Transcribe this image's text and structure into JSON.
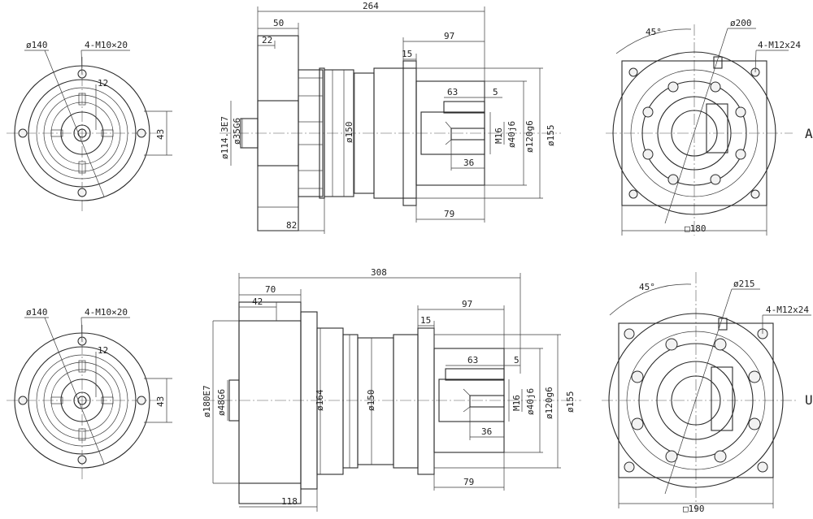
{
  "top": {
    "flange": {
      "pcd": "ø140",
      "bolt": "4-M10×20",
      "dim12": "12",
      "dim43": "43"
    },
    "side": {
      "overall": "264",
      "d50": "50",
      "d22": "22",
      "d97": "97",
      "d15": "15",
      "d63": "63",
      "d5": "5",
      "d36": "36",
      "d82": "82",
      "d79": "79",
      "dia_pilot": "ø114.3E7",
      "dia_shaft_in": "ø35G6",
      "dia_body": "ø150",
      "thread": "M16",
      "dia_shaft": "ø40j6",
      "dia_spigot": "ø120g6",
      "dia_flange": "ø155"
    },
    "end": {
      "angle": "45°",
      "pcd": "ø200",
      "bolt": "4-M12x24",
      "square": "□180"
    }
  },
  "bottom": {
    "flange": {
      "pcd": "ø140",
      "bolt": "4-M10×20",
      "dim12": "12",
      "dim43": "43"
    },
    "side": {
      "overall": "308",
      "d70": "70",
      "d42": "42",
      "d97": "97",
      "d15": "15",
      "d63": "63",
      "d5": "5",
      "d36": "36",
      "d118": "118",
      "d79": "79",
      "dia_pilot": "ø180E7",
      "dia_shaft_in": "ø48G6",
      "dia_body1": "ø164",
      "dia_body2": "ø150",
      "thread": "M16",
      "dia_shaft": "ø40j6",
      "dia_spigot": "ø120g6",
      "dia_flange": "ø155"
    },
    "end": {
      "angle": "45°",
      "pcd": "ø215",
      "bolt": "4-M12x24",
      "square": "□190"
    }
  },
  "edge": {
    "letter_a": "A",
    "letter_u": "U"
  }
}
